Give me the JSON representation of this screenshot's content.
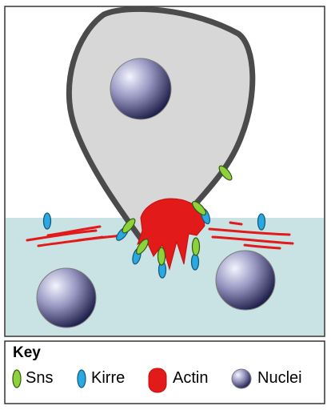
{
  "key": {
    "title": "Key",
    "items": [
      {
        "label": "Sns",
        "icon": "sns-protein-icon",
        "color": "#8fd13a"
      },
      {
        "label": "Kirre",
        "icon": "kirre-protein-icon",
        "color": "#2aa8e0"
      },
      {
        "label": "Actin",
        "icon": "actin-icon",
        "color": "#e21a1a"
      },
      {
        "label": "Nuclei",
        "icon": "nucleus-icon",
        "color": "#4a4a78"
      }
    ]
  },
  "colors": {
    "tissue": "#c9e2e3",
    "cell_fill": "#d7d7d7",
    "cell_outline": "#4b4b4b",
    "actin": "#e21a1a",
    "sns": "#8fd13a",
    "kirre": "#2aa8e0",
    "frame": "#333333"
  }
}
